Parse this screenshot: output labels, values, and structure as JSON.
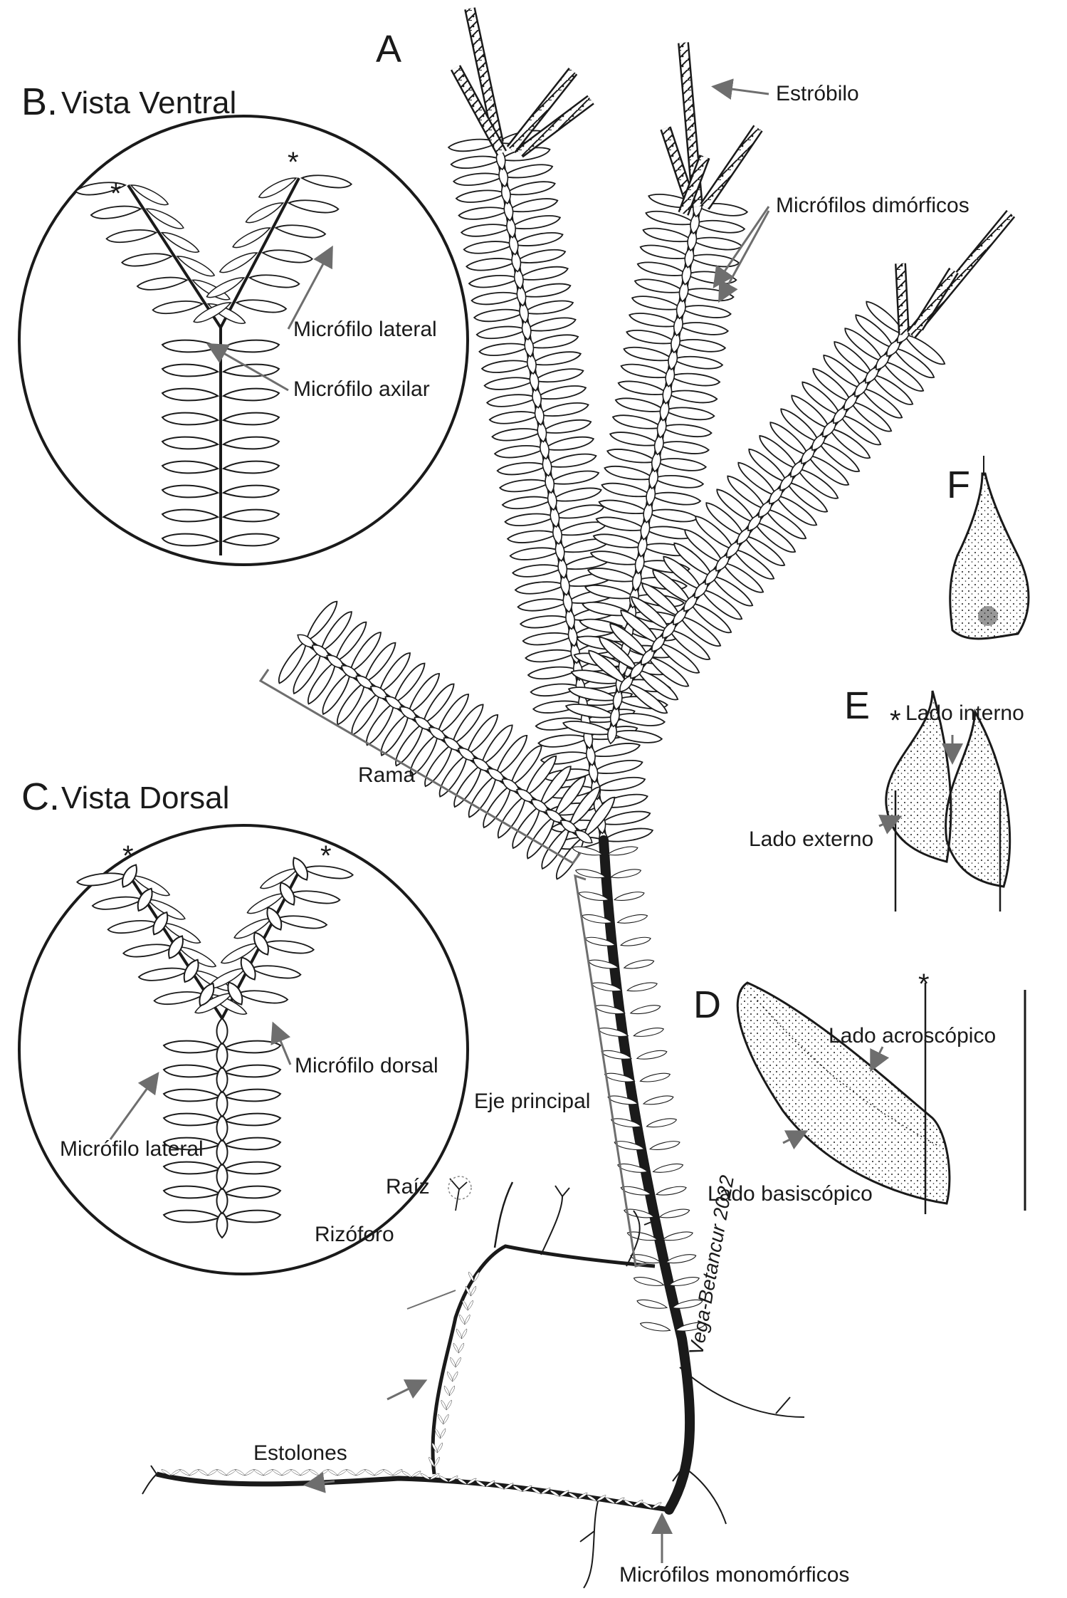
{
  "panels": {
    "a": {
      "letter": "A"
    },
    "b": {
      "letter": "B.",
      "title": "Vista Ventral"
    },
    "c": {
      "letter": "C.",
      "title": "Vista Dorsal"
    },
    "d": {
      "letter": "D"
    },
    "e": {
      "letter": "E"
    },
    "f": {
      "letter": "F"
    }
  },
  "labels": {
    "estrobilo": "Estróbilo",
    "microfilos_dimorficos": "Micrófilos dimórficos",
    "microfilo_lateral_b": "Micrófilo lateral",
    "microfilo_axilar": "Micrófilo axilar",
    "rama": "Rama",
    "microfilo_dorsal": "Micrófilo dorsal",
    "microfilo_lateral_c": "Micrófilo lateral",
    "eje_principal": "Eje principal",
    "lado_interno": "Lado interno",
    "lado_externo": "Lado externo",
    "lado_acroscopico": "Lado acroscópico",
    "lado_basiscopico": "Lado basiscópico",
    "raiz": "Raíz",
    "rizoforo": "Rizóforo",
    "estolones": "Estolones",
    "microfilos_monomorficos": "Micrófilos monomórficos"
  },
  "asterisk": "*",
  "signature": "Vega-Betancur 2022",
  "colors": {
    "ink": "#1a1a1a",
    "pointer": "#6e6e6e",
    "paper": "#ffffff"
  }
}
